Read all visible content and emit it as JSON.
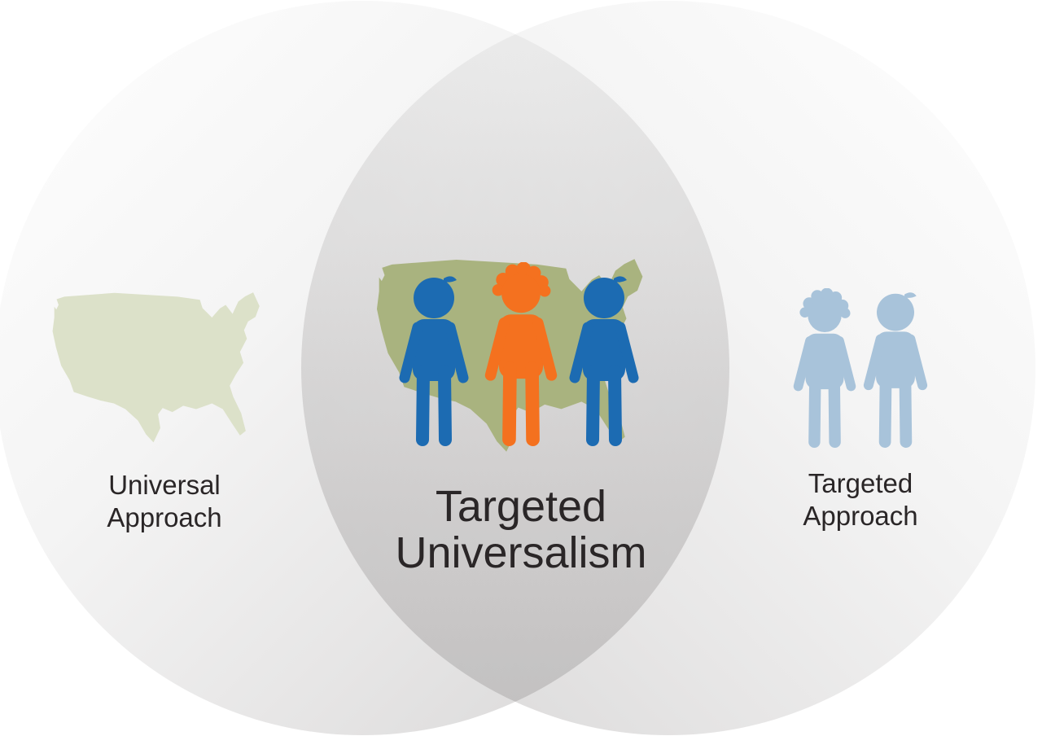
{
  "diagram": {
    "type": "venn-2-circle",
    "regions": {
      "left": {
        "lines": [
          "Universal",
          "Approach"
        ],
        "graphic": "pale-green-us-map-silhouette"
      },
      "center": {
        "lines": [
          "Targeted",
          "Universalism"
        ],
        "graphic": "olive-us-map-with-three-people",
        "people": [
          "blue-person",
          "orange-curly-hair-person",
          "blue-person"
        ]
      },
      "right": {
        "lines": [
          "Targeted",
          "Approach"
        ],
        "graphic": "two-pale-blue-people",
        "people": [
          "pale-blue-curly-hair-person",
          "pale-blue-person"
        ]
      }
    },
    "colors": {
      "background": "#ffffff",
      "circle_light": "#ffffff",
      "circle_dark": "#d6d5d5",
      "map_pale_green": "#dce1c9",
      "map_olive": "#a9b37f",
      "person_blue": "#1c6bb2",
      "person_orange": "#f4711f",
      "person_pale_blue": "#a8c3da",
      "text": "#2a2627"
    }
  }
}
